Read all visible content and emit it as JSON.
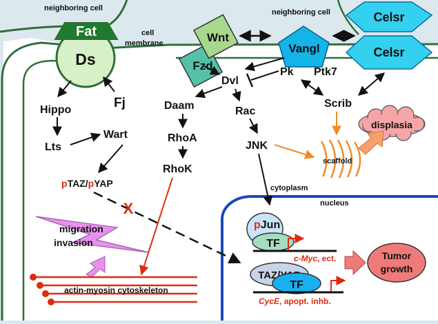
{
  "labels": {
    "neighboring_cell_left": "neighboring cell",
    "neighboring_cell_right": "neighboring cell",
    "cell_membrane_line1": "cell",
    "cell_membrane_line2": "membrane",
    "cytoplasm": "cytoplasm",
    "nucleus": "nucleus"
  },
  "nodes": {
    "fat": "Fat",
    "ds": "Ds",
    "fj": "Fj",
    "hippo": "Hippo",
    "lts": "Lts",
    "wart": "Wart",
    "wnt": "Wnt",
    "fzd": "Fzd",
    "vangl": "Vangl",
    "celsr_top": "Celsr",
    "celsr_bottom": "Celsr",
    "dvl": "Dvl",
    "pk": "Pk",
    "ptk7": "Ptk7",
    "daam": "Daam",
    "rhoa": "RhoA",
    "rhok": "RhoK",
    "rac": "Rac",
    "jnk": "JNK",
    "scrib": "Scrib",
    "displasia": "displasia",
    "scaffold": "scaffold",
    "migration_line1": "migration",
    "migration_line2": "invasion",
    "actin": "actin-myosin cytoskeleton",
    "tf_top": "TF",
    "taz_yap": "TAZ/YAP",
    "tf_bottom": "TF",
    "tumor_line1": "Tumor",
    "tumor_line2": "growth",
    "block_mark": "X"
  },
  "ptaz": {
    "p1": "p",
    "taz": "TAZ/",
    "p2": "p",
    "yap": "YAP"
  },
  "pjun": {
    "p": "p",
    "jun": "Jun"
  },
  "targets": {
    "myc_italic": "c-Myc",
    "myc_rest": ", ect.",
    "cyce_italic": "CycE",
    "cyce_rest": ", apopt. inhb."
  },
  "colors": {
    "background": "#dbe8ee",
    "cell_fill": "#ffffff",
    "membrane_green": "#2f6e3a",
    "fat_green": "#1e7a2c",
    "ds_fill": "#d8f0c8",
    "wnt_fill": "#a8d88c",
    "fzd_fill": "#55c2a8",
    "vangl_cyan": "#14b4e8",
    "celsr_cyan": "#33d0f0",
    "nucleus_blue": "#1848b8",
    "orange": "#f08a2a",
    "red": "#e02a10",
    "pink_bolt": "#e890ec",
    "tumor_fill": "#f07a7a",
    "displasia_fill": "#f6a6a6",
    "tf_cyan": "#1ab0f0",
    "pjun_fill": "#c8e4f6",
    "taz_fill": "#c8d4e8"
  }
}
